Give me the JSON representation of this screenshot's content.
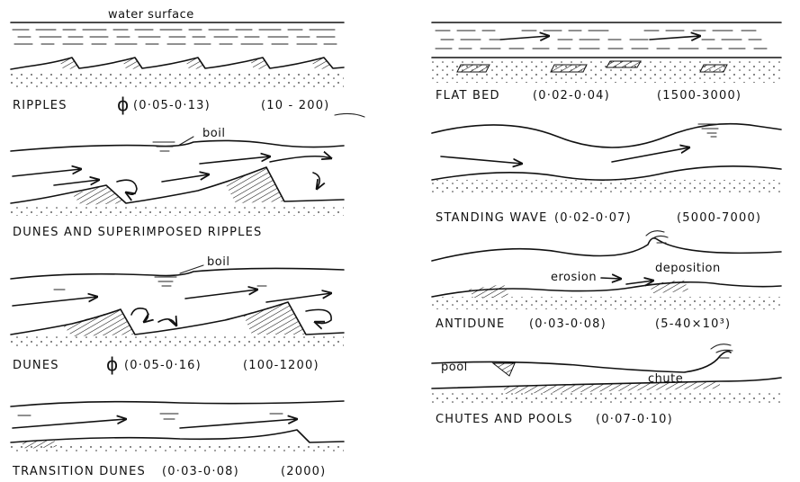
{
  "figure": {
    "header": "water surface",
    "panels": [
      {
        "id": "ripples",
        "caption": "RIPPLES",
        "phi_symbol": "ϕ",
        "range1": "(0·05-0·13)",
        "range2": "(10 - 200)"
      },
      {
        "id": "dunes-superimposed",
        "caption": "DUNES AND SUPERIMPOSED RIPPLES",
        "annotation": "boil"
      },
      {
        "id": "dunes",
        "caption": "DUNES",
        "phi_symbol": "ϕ",
        "range1": "(0·05-0·16)",
        "range2": "(100-1200)",
        "annotation": "boil"
      },
      {
        "id": "transition-dunes",
        "caption": "TRANSITION DUNES",
        "range1": "(0·03-0·08)",
        "range2": "(2000)"
      },
      {
        "id": "flat-bed",
        "caption": "FLAT BED",
        "range1": "(0·02-0·04)",
        "range2": "(1500-3000)"
      },
      {
        "id": "standing-wave",
        "caption": "STANDING WAVE",
        "range1": "(0·02-0·07)",
        "range2": "(5000-7000)"
      },
      {
        "id": "antidune",
        "caption": "ANTIDUNE",
        "range1": "(0·03-0·08)",
        "range2": "(5-40×10³)",
        "labels": [
          "erosion",
          "deposition"
        ]
      },
      {
        "id": "chutes-pools",
        "caption": "CHUTES AND POOLS",
        "range1": "(0·07-0·10)",
        "labels": [
          "pool",
          "chute"
        ]
      }
    ]
  }
}
